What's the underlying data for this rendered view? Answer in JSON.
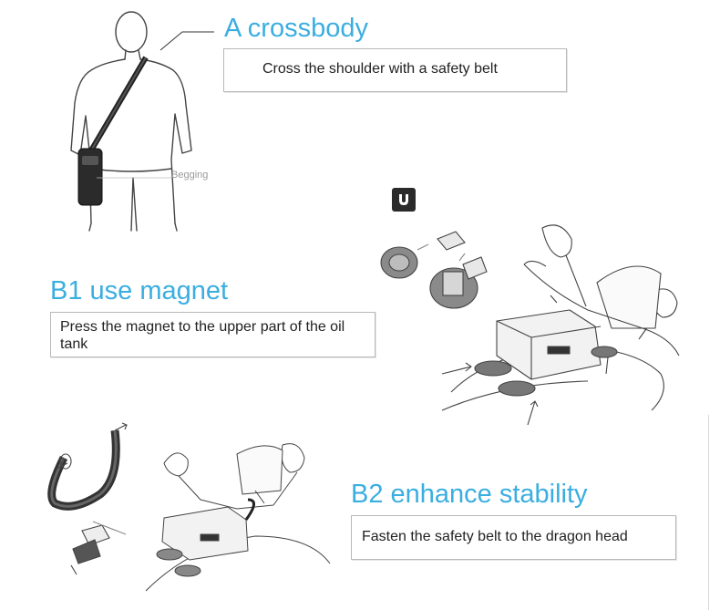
{
  "section_a": {
    "heading": "A crossbody",
    "description": "Cross the shoulder with a safety belt",
    "callout_label": "Begging"
  },
  "section_b1": {
    "heading": "B1 use magnet",
    "description": "Press the magnet to the upper part of the oil tank"
  },
  "section_b2": {
    "heading": "B2 enhance stability",
    "description": "Fasten the safety belt to the dragon head"
  },
  "colors": {
    "heading": "#3aaee0",
    "box_border": "#b8b8b8",
    "text": "#222222"
  },
  "icons": [
    "person-illustration",
    "magnet-icon",
    "motorcycle-illustration",
    "strap-illustration"
  ]
}
